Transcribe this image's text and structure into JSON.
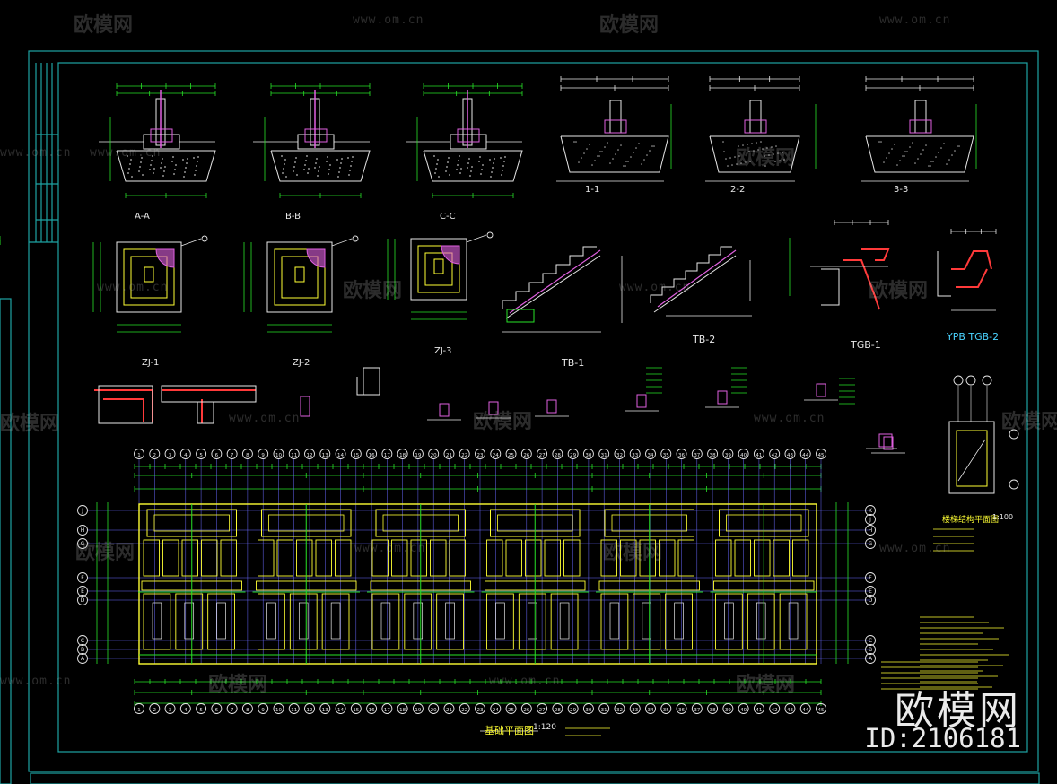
{
  "watermarks": {
    "brand_text": "欧模网",
    "url_text": "www.om.cn",
    "id_text": "ID:2106181"
  },
  "colors": {
    "background": "#000000",
    "frame": "#1ea3a3",
    "line_white": "#e8e8e8",
    "line_green": "#27e327",
    "line_yellow": "#ffff33",
    "line_magenta": "#e060e0",
    "line_red": "#ff3a3a",
    "grid_blue": "#6a6aff"
  },
  "sections_top": [
    "A-A",
    "B-B",
    "C-C",
    "1-1",
    "2-2",
    "3-3"
  ],
  "footings": [
    "ZJ-1",
    "ZJ-2",
    "ZJ-3"
  ],
  "stairs": [
    "TB-1",
    "TB-2",
    "TGB-1",
    "YPB TGB-2"
  ],
  "plan": {
    "title": "基础平面图",
    "scale": "1:120",
    "right_plan_title": "楼梯结构平面图",
    "right_plan_scale": "1:100",
    "axes_top": [
      "1",
      "2",
      "3",
      "4",
      "5",
      "6",
      "7",
      "8",
      "9",
      "10",
      "11",
      "12",
      "13",
      "14",
      "15",
      "16",
      "17",
      "18",
      "19",
      "20",
      "21",
      "22",
      "23",
      "24",
      "25",
      "26",
      "27",
      "28",
      "29",
      "30",
      "31",
      "32",
      "33",
      "34",
      "35",
      "36",
      "37",
      "38",
      "39",
      "40",
      "41",
      "42",
      "43",
      "44",
      "45"
    ],
    "axes_left": [
      "J",
      "H",
      "G",
      "F",
      "E",
      "D",
      "C",
      "B",
      "A"
    ],
    "axes_right": [
      "K",
      "J",
      "H",
      "G",
      "F",
      "E",
      "D",
      "C",
      "B",
      "A"
    ]
  }
}
